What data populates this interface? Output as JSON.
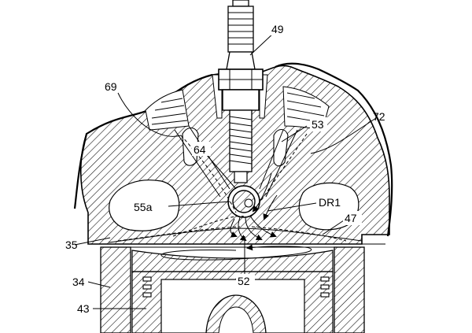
{
  "labels": {
    "l49": "49",
    "l69": "69",
    "l53": "53",
    "l72": "72",
    "l64": "64",
    "l55a": "55a",
    "lDR1": "DR1",
    "l47": "47",
    "l35": "35",
    "l52": "52",
    "l34": "34",
    "l43": "43"
  }
}
